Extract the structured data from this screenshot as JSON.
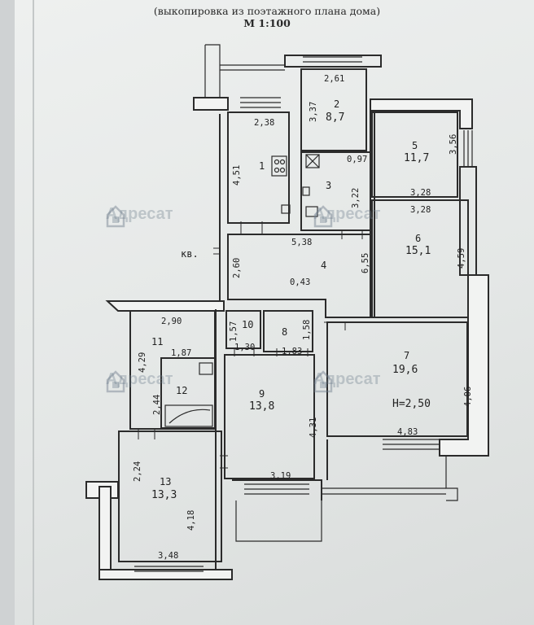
{
  "header": {
    "line1": "(выкопировка из поэтажного плана дома)",
    "line2": "М 1:100"
  },
  "plan": {
    "apartment_label": "кв.",
    "height_label": "H=2,50",
    "rooms": [
      {
        "number": "1",
        "area": ""
      },
      {
        "number": "2",
        "area": "8,7"
      },
      {
        "number": "3",
        "area": ""
      },
      {
        "number": "4",
        "area": ""
      },
      {
        "number": "5",
        "area": "11,7"
      },
      {
        "number": "6",
        "area": "15,1"
      },
      {
        "number": "7",
        "area": "19,6"
      },
      {
        "number": "8",
        "area": ""
      },
      {
        "number": "9",
        "area": "13,8"
      },
      {
        "number": "10",
        "area": ""
      },
      {
        "number": "11",
        "area": ""
      },
      {
        "number": "12",
        "area": ""
      },
      {
        "number": "13",
        "area": "13,3"
      }
    ],
    "dimensions": [
      "2,61",
      "3,37",
      "2,38",
      "4,51",
      "0,97",
      "3,22",
      "3,56",
      "3,28",
      "3,28",
      "5,38",
      "2,60",
      "6,55",
      "4,59",
      "0,43",
      "2,90",
      "1,57",
      "1,58",
      "4,29",
      "1,87",
      "1,30",
      "1,83",
      "2,44",
      "4,31",
      "4,06",
      "4,83",
      "2,24",
      "3,19",
      "4,18",
      "3,48"
    ]
  },
  "watermark": {
    "brand": "Адресат",
    "icon": "house-logo-icon",
    "color": "#6e7d8c"
  }
}
